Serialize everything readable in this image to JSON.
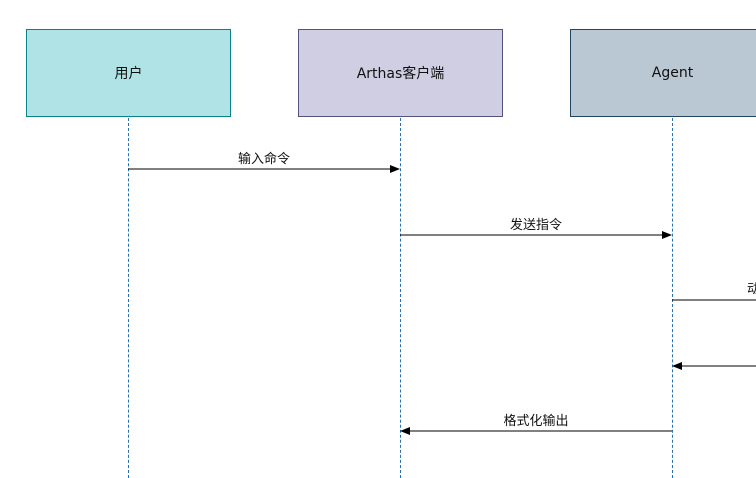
{
  "participants": {
    "user": "用户",
    "client": "Arthas客户端",
    "agent": "Agent"
  },
  "messages": {
    "m1": "输入命令",
    "m2": "发送指令",
    "m3_partial": "动",
    "m4": "",
    "m5": "格式化输出"
  },
  "colors": {
    "user_fill": "#b0e3e6",
    "client_fill": "#d0cee2",
    "agent_fill": "#bac8d3",
    "lifeline": "#2a6fb0",
    "arrow": "#000000"
  }
}
